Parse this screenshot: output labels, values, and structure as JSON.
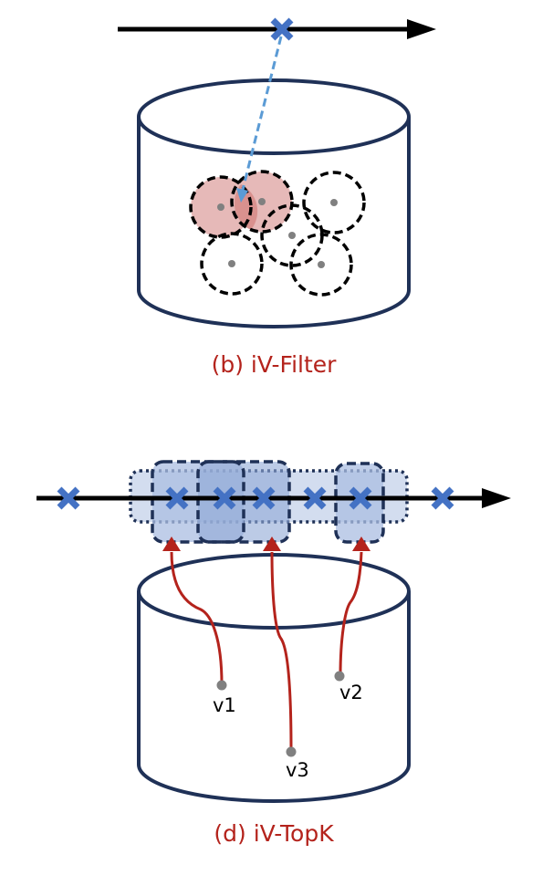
{
  "colors": {
    "axis": "#000000",
    "cross": "#4472C4",
    "cylinder": "#1F3157",
    "query_line": "#5B9BD5",
    "highlight_fill": "#E6B9B8",
    "overlap_fill": "#D9918E",
    "dot": "#808080",
    "arrow": "#B4231C",
    "caption": "#B4231C",
    "box_light": "#D3DDEF",
    "box_mid": "#ABBEE2",
    "box_dark": "#8FA9D6"
  },
  "panels": {
    "filter": {
      "caption": "(b) iV-Filter",
      "query_point": "query",
      "circles": [
        {
          "name": "circle-1",
          "highlighted": true
        },
        {
          "name": "circle-2",
          "highlighted": true
        },
        {
          "name": "circle-3",
          "highlighted": false
        },
        {
          "name": "circle-4",
          "highlighted": false
        },
        {
          "name": "circle-5",
          "highlighted": false
        },
        {
          "name": "circle-6",
          "highlighted": false
        }
      ]
    },
    "topk": {
      "caption": "(d) iV-TopK",
      "points_on_axis": 7,
      "vectors": [
        {
          "label": "v1"
        },
        {
          "label": "v2"
        },
        {
          "label": "v3"
        }
      ]
    }
  }
}
